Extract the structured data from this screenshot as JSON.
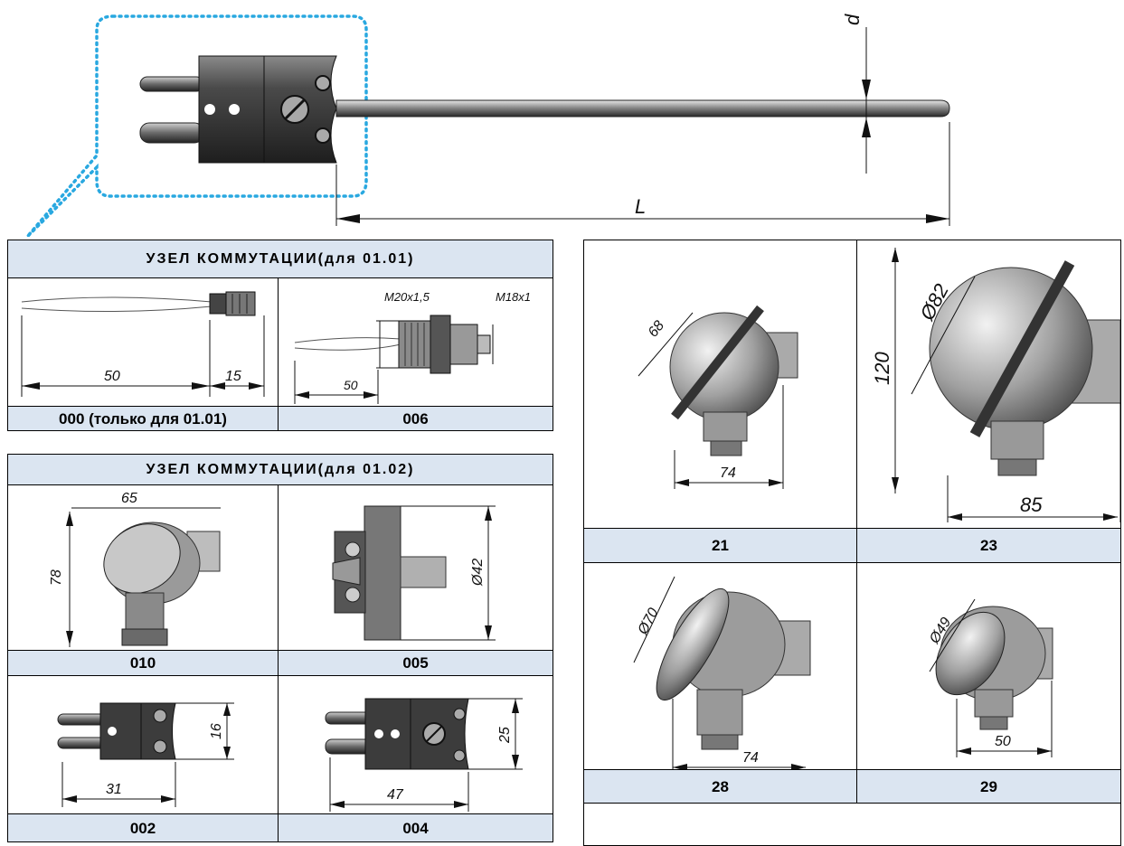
{
  "top": {
    "dim_d": "d",
    "dim_L": "L"
  },
  "panel_a": {
    "title": "УЗЕЛ КОММУТАЦИИ(для 01.01)",
    "cells": [
      {
        "caption": "000 (только для 01.01)",
        "dims": [
          "50",
          "15"
        ]
      },
      {
        "caption": "006",
        "dims": [
          "M20x1,5",
          "M18x1",
          "50"
        ]
      }
    ]
  },
  "panel_b": {
    "title": "УЗЕЛ КОММУТАЦИИ(для 01.02)",
    "cells": [
      {
        "caption": "010",
        "dims": [
          "65",
          "78"
        ]
      },
      {
        "caption": "005",
        "dims": [
          "Ø42"
        ]
      },
      {
        "caption": "002",
        "dims": [
          "16",
          "31"
        ]
      },
      {
        "caption": "004",
        "dims": [
          "25",
          "47"
        ]
      }
    ]
  },
  "panel_c": {
    "cells": [
      {
        "caption": "21",
        "dims": [
          "68",
          "74"
        ]
      },
      {
        "caption": "23",
        "dims": [
          "Ø82",
          "120",
          "85"
        ]
      },
      {
        "caption": "28",
        "dims": [
          "Ø70",
          "74"
        ]
      },
      {
        "caption": "29",
        "dims": [
          "Ø49",
          "50"
        ]
      }
    ]
  },
  "colors": {
    "header_bg": "#dbe5f1",
    "callout": "#29a8e0",
    "metal_dark": "#3a3a3a"
  }
}
